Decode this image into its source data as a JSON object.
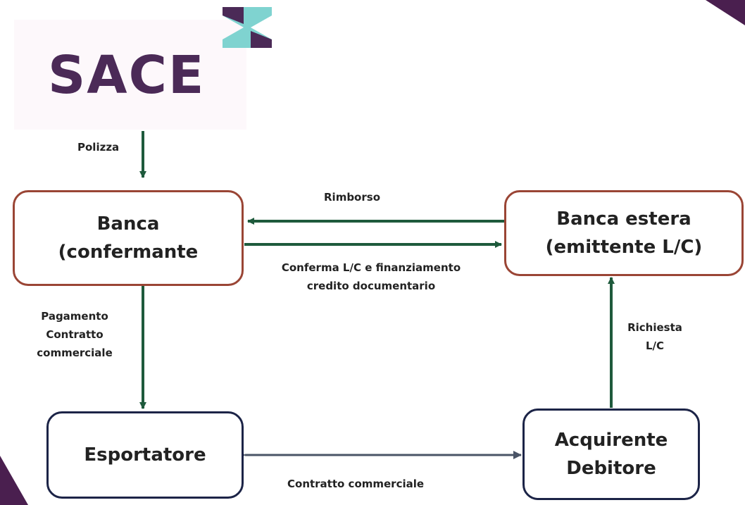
{
  "logo": {
    "text": "SACE"
  },
  "nodes": {
    "banca": "Banca\n(confermante",
    "banca_estera": "Banca estera\n(emittente L/C)",
    "esportatore": "Esportatore",
    "acquirente": "Acquirente\nDebitore"
  },
  "labels": {
    "polizza": "Polizza",
    "rimborso": "Rimborso",
    "conferma": "Conferma L/C e finanziamento\ncredito documentario",
    "pagamento": "Pagamento\nContratto\ncommerciale",
    "richiesta": "Richiesta\nL/C",
    "contratto": "Contratto commerciale"
  },
  "colors": {
    "arrow_green": "#1e5a3c",
    "arrow_slate": "#4a5466",
    "node_border_red": "#9a4535",
    "node_border_navy": "#1c2447",
    "brand_purple": "#4b2a57",
    "brand_teal": "#7fd3d0"
  }
}
